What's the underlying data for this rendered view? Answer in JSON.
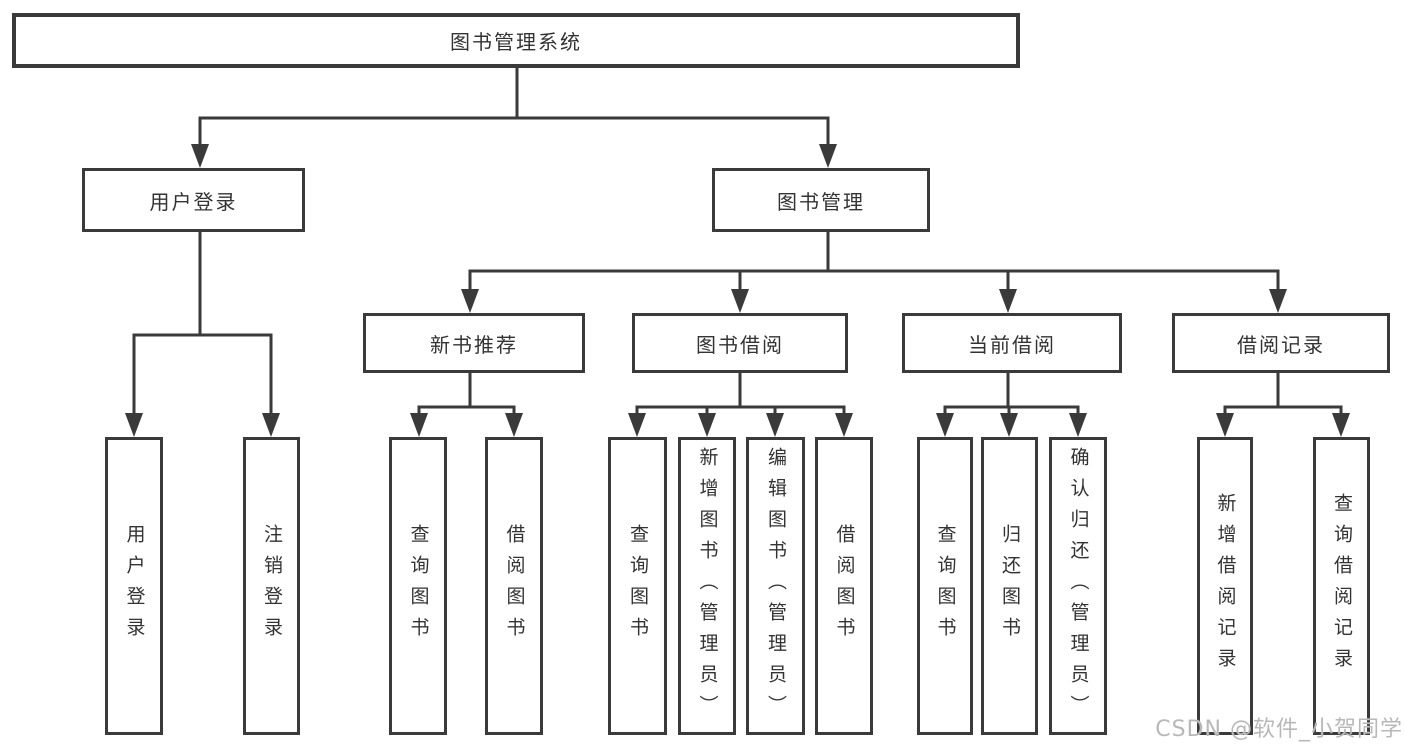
{
  "diagram": {
    "title": "图书管理系统",
    "nodes": {
      "root": "图书管理系统",
      "user_login": "用户登录",
      "book_mgmt": "图书管理",
      "new_book_rec": "新书推荐",
      "book_borrow": "图书借阅",
      "current_borrow": "当前借阅",
      "borrow_records": "借阅记录",
      "leaf_user_login": "用户登录",
      "leaf_logout": "注销登录",
      "leaf_query_book_rec": "查询图书",
      "leaf_borrow_book_rec": "借阅图书",
      "leaf_query_book_borrow": "查询图书",
      "leaf_add_book": "新增图书（管理员）",
      "leaf_edit_book": "编辑图书（管理员）",
      "leaf_borrow_book_borrow": "借阅图书",
      "leaf_query_book_current": "查询图书",
      "leaf_return_book": "归还图书",
      "leaf_confirm_return": "确认归还（管理员）",
      "leaf_add_record": "新增借阅记录",
      "leaf_query_record": "查询借阅记录"
    }
  },
  "watermark": {
    "text": "CSDN @软件_小贺同学"
  },
  "colors": {
    "line": "#3a3a3a",
    "box_border": "#3a3a3a",
    "text": "#333333",
    "background": "#ffffff",
    "watermark": "#b8b8b8"
  }
}
